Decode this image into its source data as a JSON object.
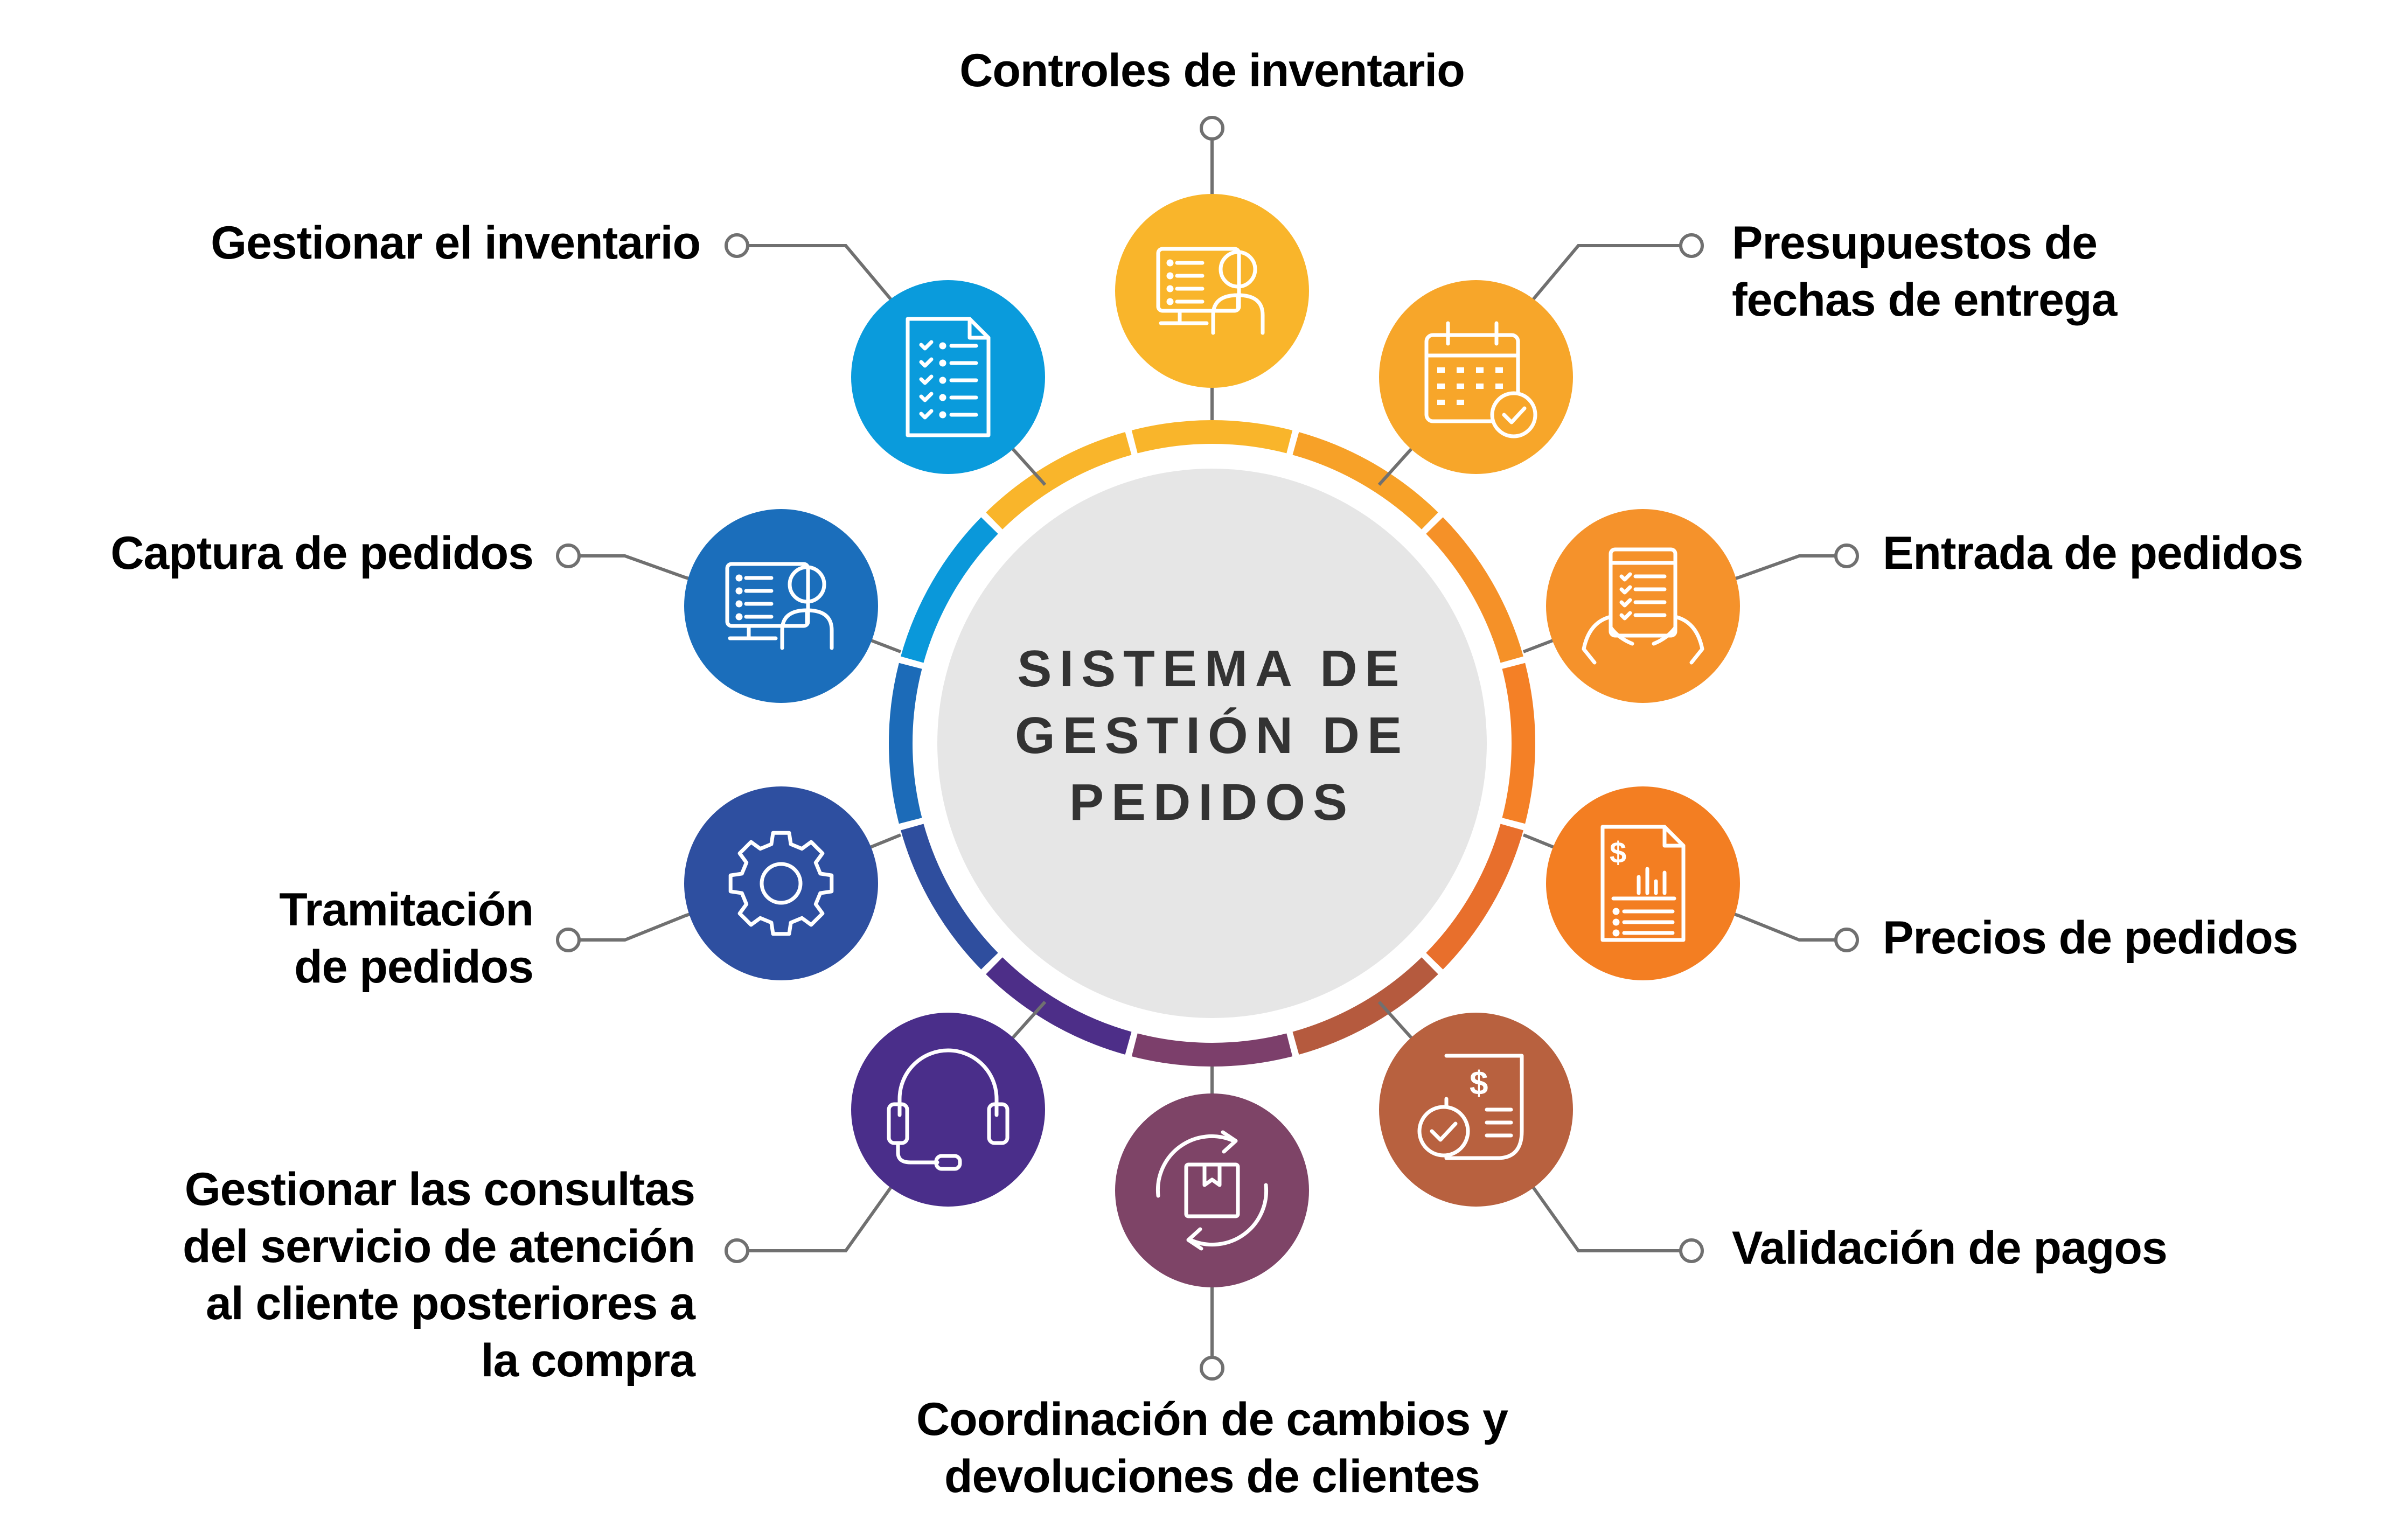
{
  "center_title": [
    "SISTEMA DE",
    "GESTIÓN DE",
    "PEDIDOS"
  ],
  "ring_colors": [
    "#F9B52B",
    "#F7A128",
    "#F59128",
    "#F48026",
    "#E86F2C",
    "#B55A3E",
    "#7C3F6B",
    "#4D2E88",
    "#2F4E9E",
    "#1C6BB8",
    "#0A98DA",
    "#F9B52B"
  ],
  "nodes": [
    {
      "name": "controles-de-inventario",
      "icon": "person-at-screen-icon",
      "color": "#F9B52B",
      "lines": [
        "Controles de inventario"
      ]
    },
    {
      "name": "presupuestos-fechas-entrega",
      "icon": "calendar-check-icon",
      "color": "#F7A62A",
      "lines": [
        "Presupuestos de",
        "fechas de entrega"
      ]
    },
    {
      "name": "entrada-de-pedidos",
      "icon": "tablet-hands-checklist-icon",
      "color": "#F5922B",
      "lines": [
        "Entrada de pedidos"
      ]
    },
    {
      "name": "precios-de-pedidos",
      "icon": "price-document-chart-icon",
      "color": "#F37E22",
      "lines": [
        "Precios de pedidos"
      ]
    },
    {
      "name": "validacion-de-pagos",
      "icon": "invoice-check-icon",
      "color": "#B8613F",
      "lines": [
        "Validación de pagos"
      ]
    },
    {
      "name": "coordinacion-cambios-devoluciones",
      "icon": "box-return-cycle-icon",
      "color": "#7E4467",
      "lines": [
        "Coordinación de cambios y",
        "devoluciones de clientes"
      ]
    },
    {
      "name": "gestionar-consultas-servicio",
      "icon": "headset-icon",
      "color": "#4A2E8A",
      "lines": [
        "Gestionar las consultas",
        "del servicio de atención",
        "al cliente posteriores a",
        "la compra"
      ]
    },
    {
      "name": "tramitacion-de-pedidos",
      "icon": "gear-icon",
      "color": "#2E4FA0",
      "lines": [
        "Tramitación",
        "de pedidos"
      ]
    },
    {
      "name": "captura-de-pedidos",
      "icon": "person-at-screen-icon",
      "color": "#1B6EBB",
      "lines": [
        "Captura de pedidos"
      ]
    },
    {
      "name": "gestionar-el-inventario",
      "icon": "checklist-document-icon",
      "color": "#0A9BDC",
      "lines": [
        "Gestionar el inventario"
      ]
    }
  ]
}
